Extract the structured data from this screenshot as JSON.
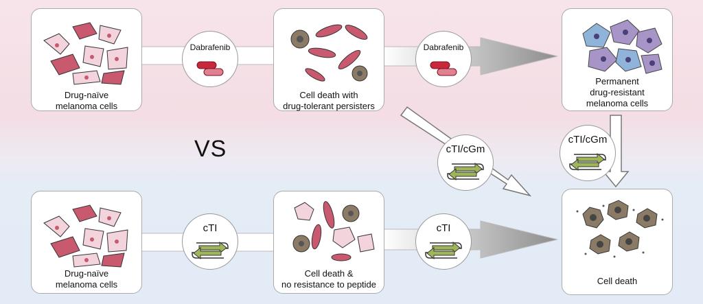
{
  "vs_label": "VS",
  "top_row": {
    "start_box_label": [
      "Drug-naïve",
      "melanoma cells"
    ],
    "drug_1": "Dabrafenib",
    "middle_box_label": [
      "Cell death with",
      "drug-tolerant persisters"
    ],
    "drug_2": "Dabrafenib",
    "end_box_label": [
      "Permanent",
      "drug-resistant",
      "melanoma cells"
    ]
  },
  "bottom_row": {
    "start_box_label": [
      "Drug-naïve",
      "melanoma cells"
    ],
    "peptide_1": "cTI",
    "middle_box_label": [
      "Cell death &",
      "no resistance to peptide"
    ],
    "peptide_2": "cTI",
    "end_box_label": [
      "Cell death"
    ]
  },
  "cross_peptide_1": "cTI/cGm",
  "cross_peptide_2": "cTI/cGm",
  "colors": {
    "naive_cell": "#c9596f",
    "naive_cell_light": "#f3d3dc",
    "dead_cell": "#8b7b66",
    "resistant_blue": "#8fb3d9",
    "resistant_purple": "#a795c7",
    "pill_red": "#c8283c",
    "peptide_green": "#9fb55a"
  }
}
